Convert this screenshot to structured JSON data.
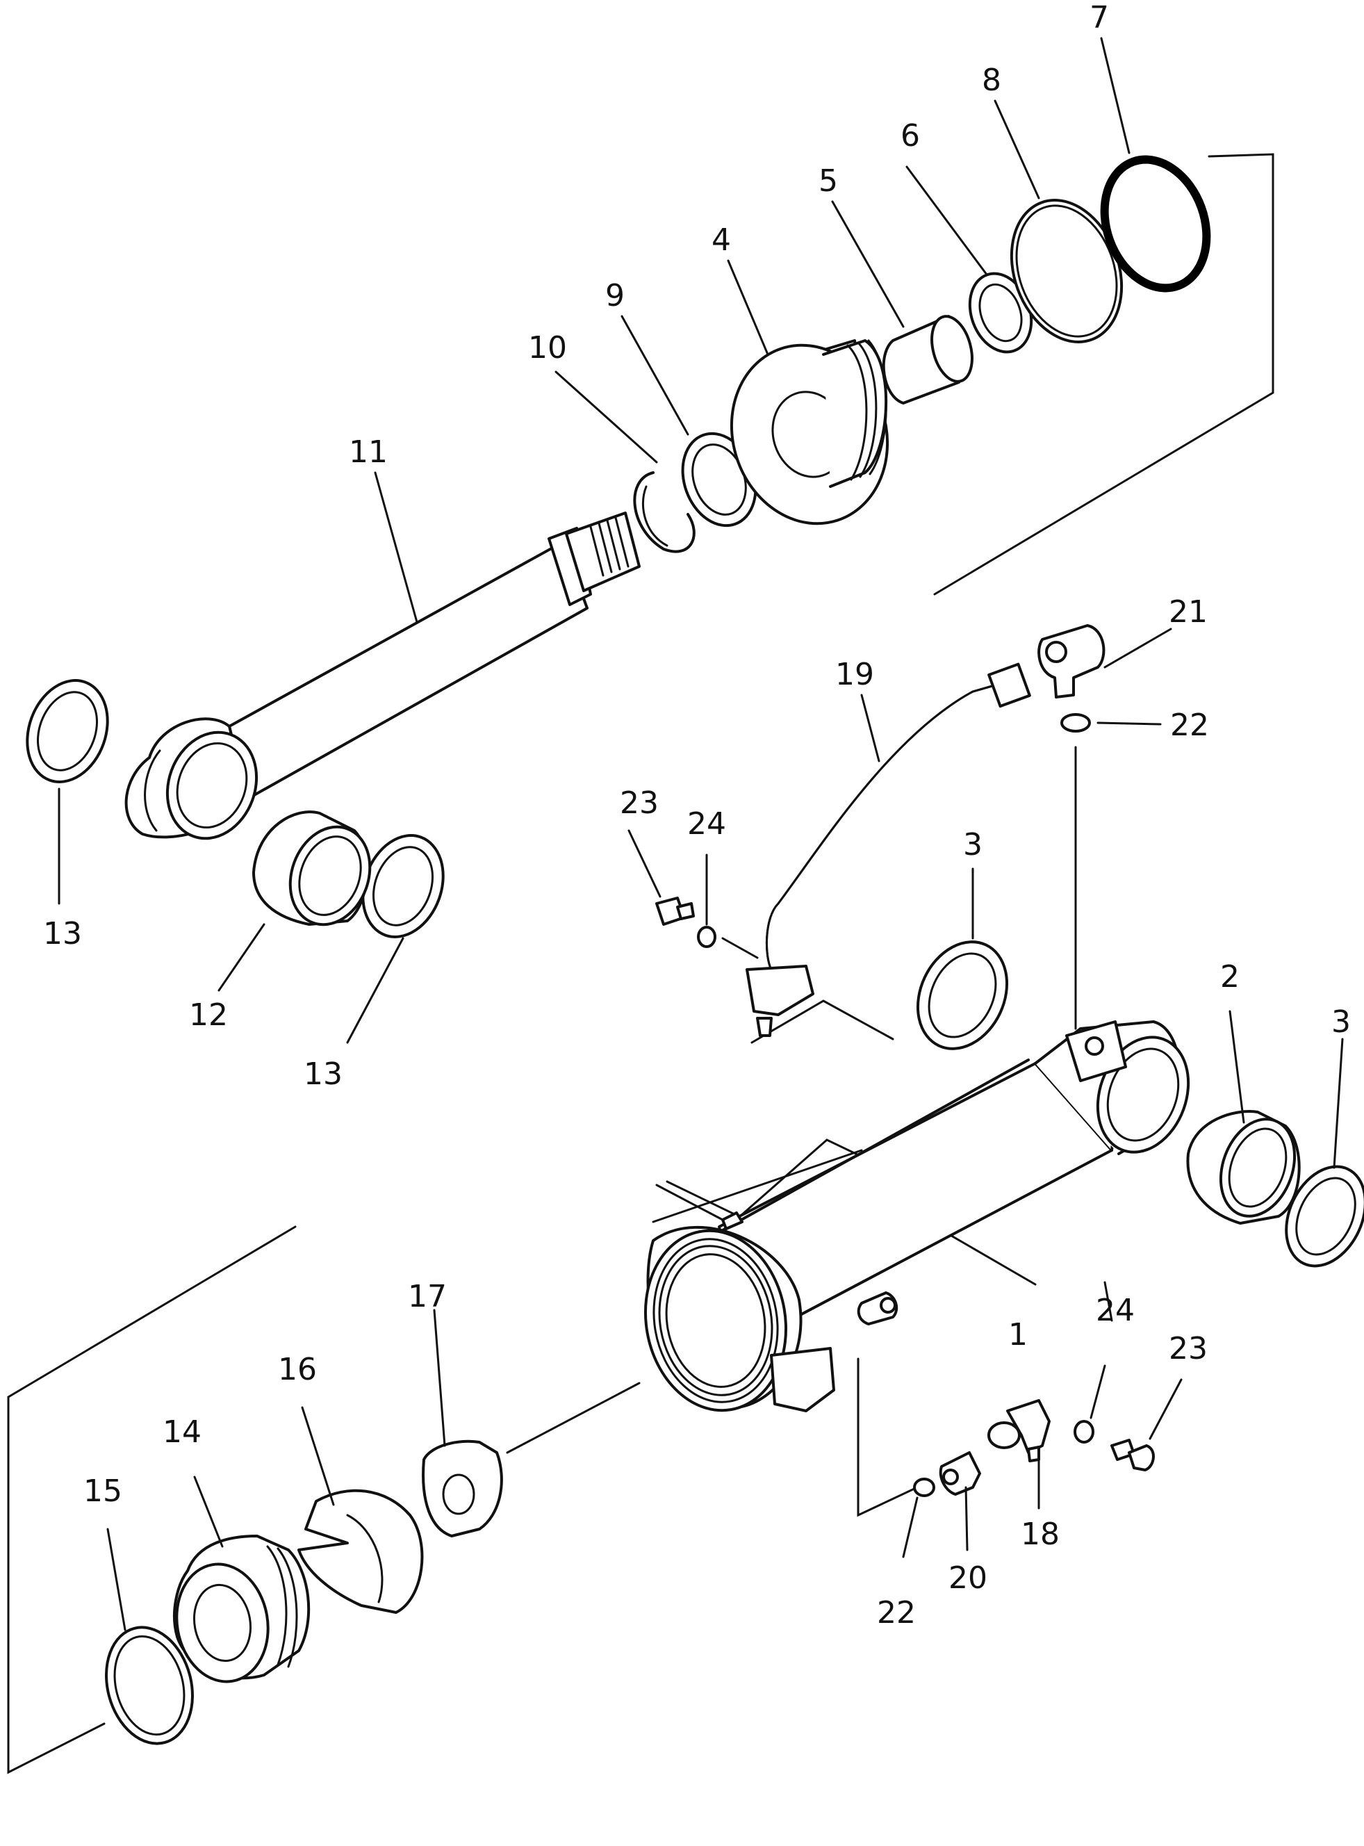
{
  "callouts": {
    "c1": "1",
    "c2": "2",
    "c3a": "3",
    "c3b": "3",
    "c4": "4",
    "c5": "5",
    "c6": "6",
    "c7": "7",
    "c8": "8",
    "c9": "9",
    "c10": "10",
    "c11": "11",
    "c12": "12",
    "c13a": "13",
    "c13b": "13",
    "c14": "14",
    "c15": "15",
    "c16": "16",
    "c17": "17",
    "c18": "18",
    "c19": "19",
    "c20": "20",
    "c21": "21",
    "c22a": "22",
    "c22b": "22",
    "c23a": "23",
    "c23b": "23",
    "c24a": "24",
    "c24b": "24"
  }
}
